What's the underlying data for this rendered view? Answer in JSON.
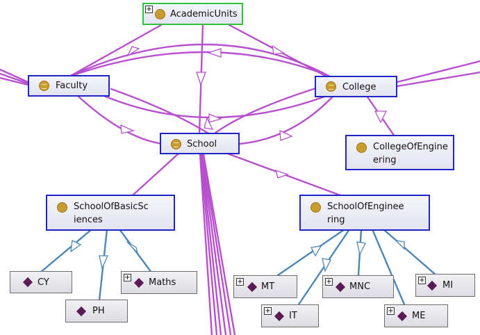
{
  "nodes": {
    "academic_units": "AcademicUnits",
    "faculty": "Faculty",
    "college": "College",
    "school": "School",
    "college_of_engineering_l1": "CollegeOfEngine",
    "college_of_engineering_l2": "ering",
    "school_of_basic_sciences_l1": "SchoolOfBasicSc",
    "school_of_basic_sciences_l2": "iences",
    "school_of_engineering_l1": "SchoolOfEnginee",
    "school_of_engineering_l2": "ring"
  },
  "individuals": {
    "cy": "CY",
    "ph": "PH",
    "maths": "Maths",
    "mt": "MT",
    "it": "IT",
    "mnc": "MNC",
    "mi": "MI",
    "me": "ME"
  },
  "expand_glyph": "+",
  "colors": {
    "class_edge": "#b84fcf",
    "individual_edge": "#4a86b8",
    "class_border": "#1f24c8",
    "root_border": "#2cc53a",
    "class_icon": "#c99c2e",
    "individual_icon": "#5a1a56"
  }
}
